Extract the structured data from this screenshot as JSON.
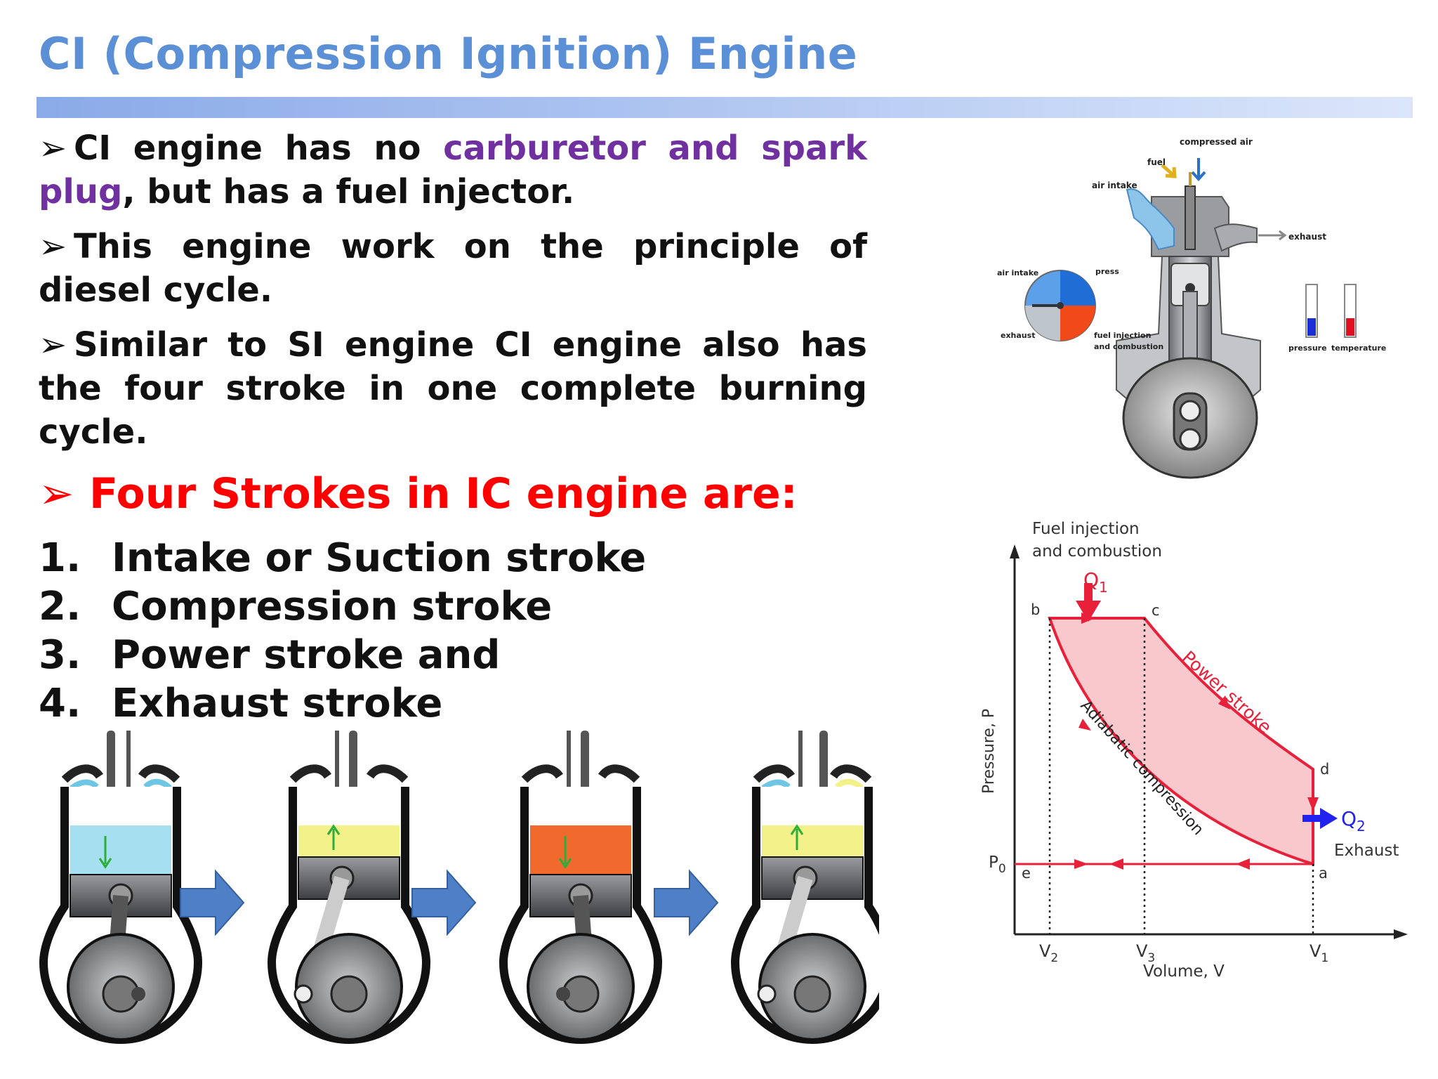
{
  "title": "CI (Compression Ignition) Engine",
  "bullets": [
    {
      "pre": "CI engine has no ",
      "highlight": "carburetor and spark plug",
      "post": ", but has a fuel injector."
    },
    {
      "text": "This engine work on the principle of diesel cycle."
    },
    {
      "text": "Similar to SI engine CI engine also has the four stroke in one complete burning cycle."
    }
  ],
  "strokes_heading": "Four Strokes in IC engine are:",
  "strokes": [
    {
      "num": "1.",
      "label": "Intake or Suction stroke"
    },
    {
      "num": "2.",
      "label": "Compression stroke"
    },
    {
      "num": "3.",
      "label": "Power stroke and"
    },
    {
      "num": "4.",
      "label": "Exhaust stroke"
    }
  ],
  "engine_diagram": {
    "compressed_air": "compressed air",
    "fuel": "fuel",
    "air_intake": "air intake",
    "exhaust": "exhaust",
    "dial_air_intake": "air intake",
    "dial_press": "press",
    "dial_exhaust": "exhaust",
    "dial_fuel_line1": "fuel injection",
    "dial_fuel_line2": "and combustion",
    "pressure": "pressure",
    "temperature": "temperature"
  },
  "pv_diagram": {
    "fuel_line1": "Fuel injection",
    "fuel_line2": "and combustion",
    "q1": "Q",
    "q1_sub": "1",
    "q2": "Q",
    "q2_sub": "2",
    "exhaust": "Exhaust",
    "power_stroke": "Power stroke",
    "adiabatic": "Adiabatic compression",
    "ylabel": "Pressure, P",
    "xlabel": "Volume, V",
    "p0": "P",
    "p0_sub": "0",
    "pt_b": "b",
    "pt_c": "c",
    "pt_d": "d",
    "pt_e": "e",
    "pt_a": "a",
    "v2": "V",
    "v2_sub": "2",
    "v3": "V",
    "v3_sub": "3",
    "v1": "V",
    "v1_sub": "1"
  },
  "colors": {
    "title": "#5b8fd6",
    "highlight": "#7030a0",
    "heading_red": "#ff0000",
    "cycle_fill": "#f8c8cc",
    "cycle_line": "#e8203a",
    "q2_arrow": "#2222ee",
    "flow_arrow": "#4f7fc6"
  }
}
